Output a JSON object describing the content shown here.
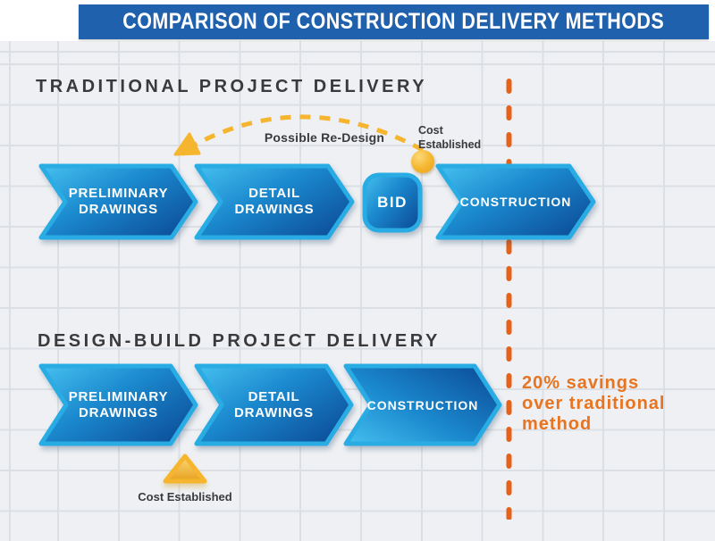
{
  "header": {
    "title": "COMPARISON OF CONSTRUCTION DELIVERY METHODS"
  },
  "traditional": {
    "heading": "TRADITIONAL PROJECT DELIVERY",
    "steps": [
      {
        "label": "PRELIMINARY DRAWINGS"
      },
      {
        "label": "DETAIL DRAWINGS"
      },
      {
        "label": "BID"
      },
      {
        "label": "CONSTRUCTION"
      }
    ],
    "redesign_label": "Possible Re-Design",
    "cost_established": "Cost Established"
  },
  "design_build": {
    "heading": "DESIGN-BUILD PROJECT DELIVERY",
    "steps": [
      {
        "label": "PRELIMINARY DRAWINGS"
      },
      {
        "label": "DETAIL DRAWINGS"
      },
      {
        "label": "CONSTRUCTION"
      }
    ],
    "cost_established": "Cost Established",
    "savings_lines": [
      "20% savings",
      "over traditional",
      "method"
    ]
  },
  "colors": {
    "banner_bg": "#2061ae",
    "banner_text": "#ffffff",
    "heading_text": "#3a3a3c",
    "grid_bg": "#eef0f3",
    "grid_line": "#dcdfe4",
    "arrow_border": "#29ace4",
    "arrow_gradient": [
      "#45c0ef",
      "#1b89ce",
      "#0c4e99"
    ],
    "step_text": "#ffffff",
    "savings_text": "#e87420",
    "timeline_dash": "#e56218",
    "marker_yellow": "#f5b52e",
    "marker_yellow_light": "#fbd978",
    "marker_yellow_dark": "#e8a01e",
    "annotation_text": "#3a3a3c"
  }
}
